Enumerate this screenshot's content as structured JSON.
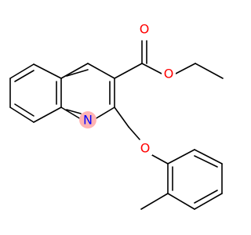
{
  "molecule": {
    "atoms": [
      {
        "label": "O",
        "color": "#ff0000",
        "highlight": "#ffffff"
      },
      {
        "label": "O",
        "color": "#ff0000",
        "highlight": "#ffffff"
      },
      {
        "label": "N",
        "color": "#0000ff",
        "highlight": "#ffb3b3"
      },
      {
        "label": "O",
        "color": "#ff0000",
        "highlight": "#ffffff"
      }
    ],
    "bond_color": "#000000",
    "background": "#ffffff"
  }
}
